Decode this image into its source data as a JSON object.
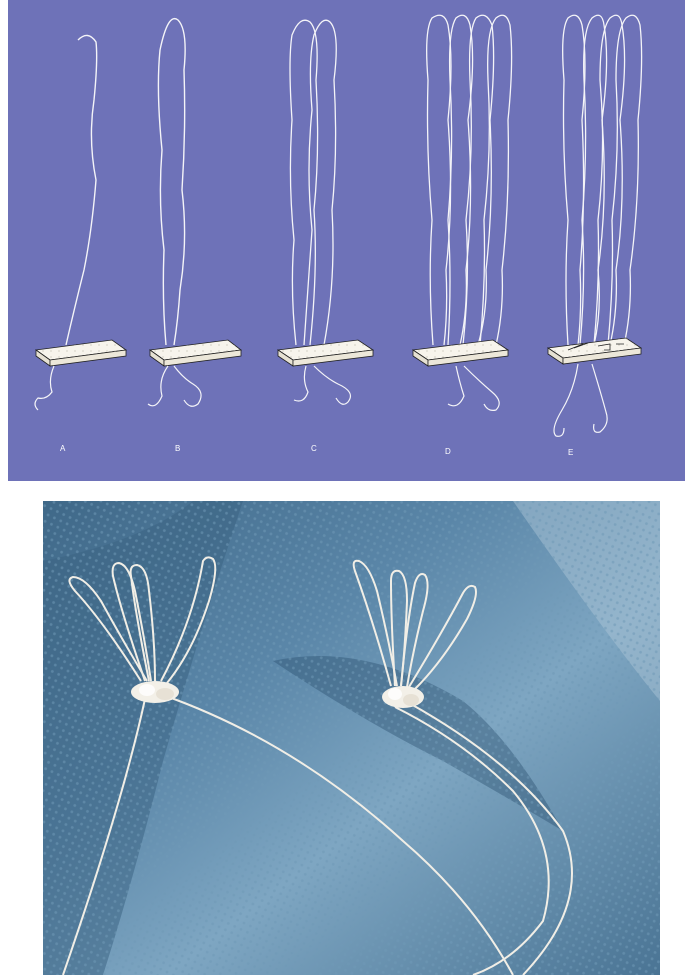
{
  "diagram": {
    "background_color": "#6e72b8",
    "thread_color": "#f4f4f8",
    "pledget_color": "#f7f4ec",
    "stages": [
      {
        "label": "A",
        "loops": 0
      },
      {
        "label": "B",
        "loops": 1
      },
      {
        "label": "C",
        "loops": 2
      },
      {
        "label": "D",
        "loops": 4
      },
      {
        "label": "E",
        "loops": 4
      }
    ]
  },
  "photo": {
    "drape_color": "#5b86a6",
    "suture_color": "#f1eee6",
    "pledget_color": "#f3f0e8",
    "devices": [
      {
        "loops": 4
      },
      {
        "loops": 4
      }
    ]
  }
}
